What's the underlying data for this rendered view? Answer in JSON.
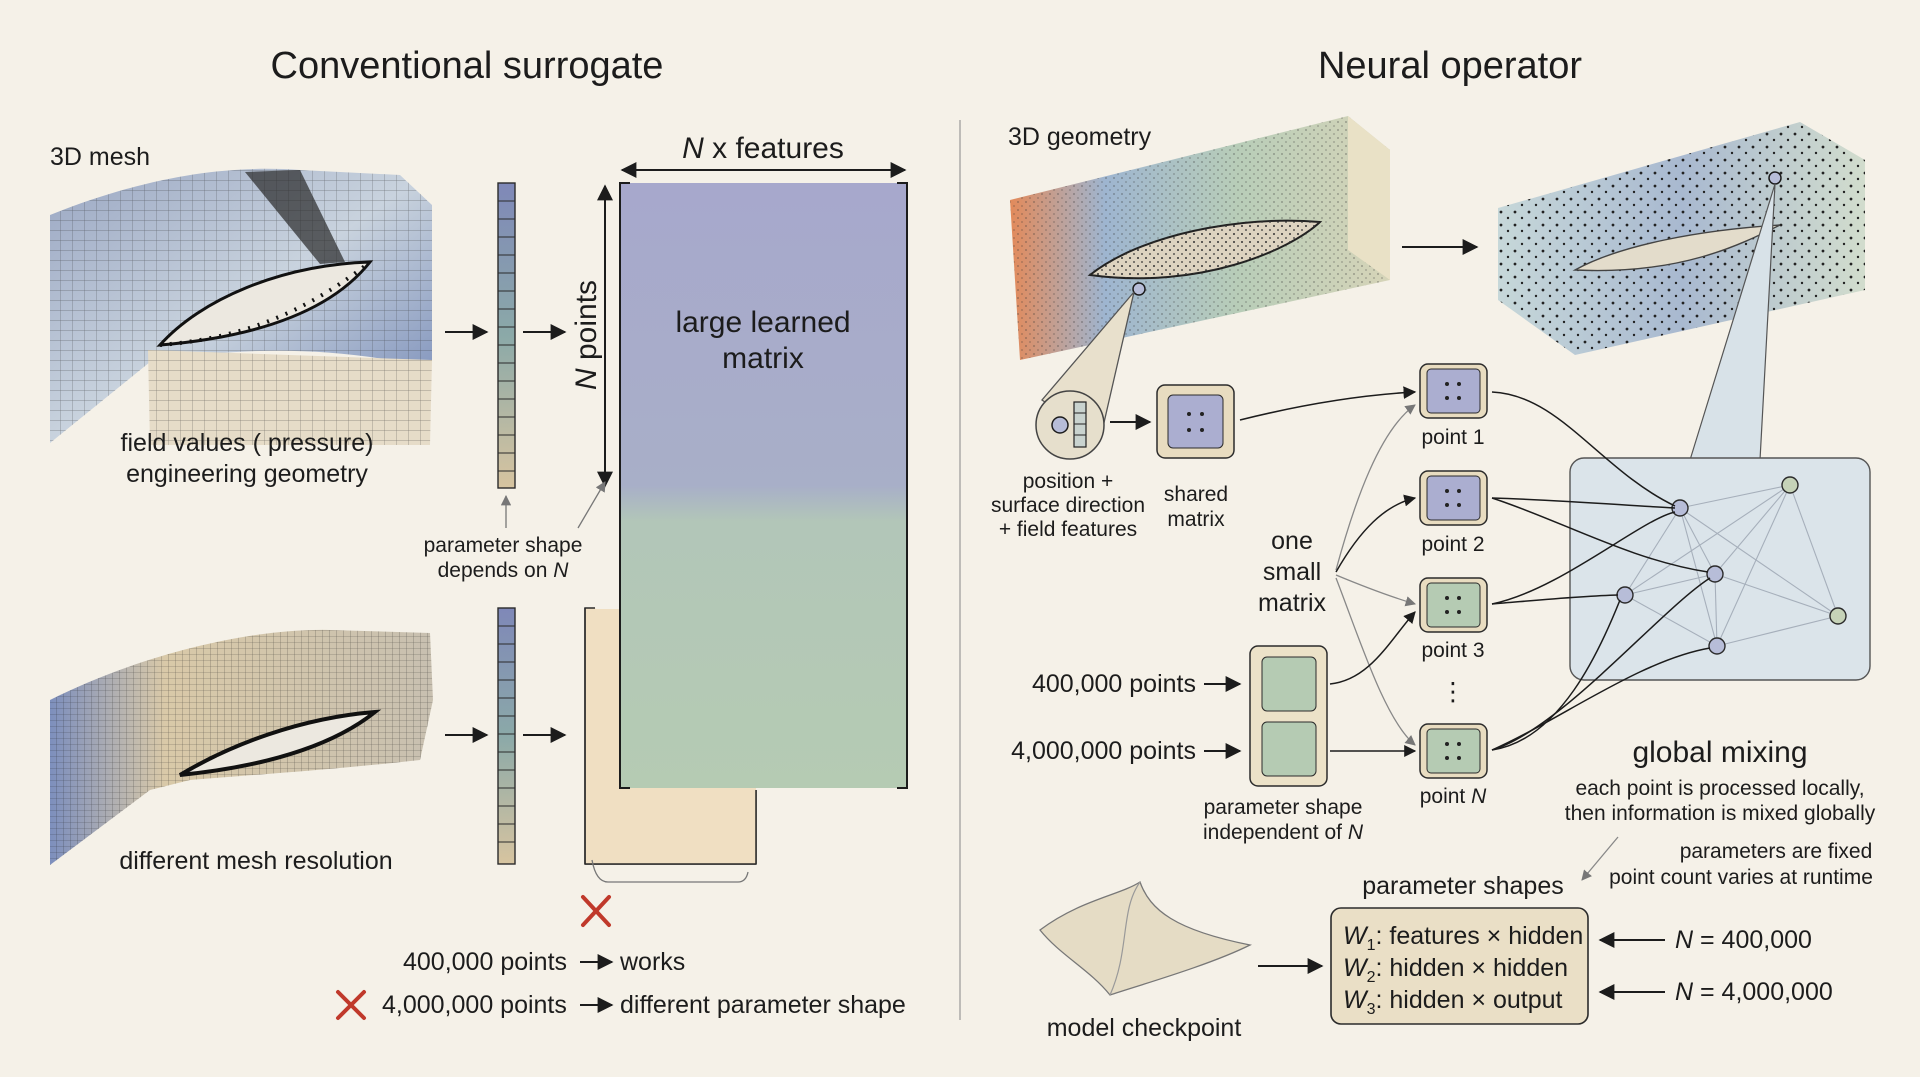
{
  "left": {
    "title": "Conventional surrogate",
    "mesh_label": "3D mesh",
    "field_label_1": "field values ( pressure)",
    "field_label_2": "engineering geometry",
    "resolution_label": "different mesh resolution",
    "features_n": "N",
    "features_rest": " x features",
    "points_n": "N",
    "points_rest": " points",
    "matrix_label_1": "large learned",
    "matrix_label_2": "matrix",
    "param_shape_1": "parameter shape",
    "param_shape_2": "depends on ",
    "param_shape_n": "N",
    "works_count": "400,000 points",
    "works_result": "works",
    "fails_count": "4,000,000 points",
    "fails_result": "different parameter shape"
  },
  "right": {
    "title": "Neural operator",
    "geometry_label": "3D geometry",
    "input_1": "position +",
    "input_2": "surface direction",
    "input_3": "+ field features",
    "shared_1": "shared",
    "shared_2": "matrix",
    "one_small_1": "one",
    "one_small_2": "small",
    "one_small_3": "matrix",
    "point1": "point 1",
    "point2": "point 2",
    "point3": "point 3",
    "pointN_word": "point ",
    "pointN_n": "N",
    "dots": "⋮",
    "count_400k": "400,000 points",
    "count_4m": "4,000,000 points",
    "indep_1": "parameter shape",
    "indep_2": "independent of ",
    "indep_n": "N",
    "global_title": "global mixing",
    "global_1": "each point is processed locally,",
    "global_2": "then information is mixed globally",
    "fixed_1": "parameters are fixed",
    "fixed_2": "point count varies at runtime",
    "param_shapes_title": "parameter shapes",
    "w1_var": "W",
    "w1_sub": "1",
    "w1_text": ": features × hidden",
    "w2_var": "W",
    "w2_sub": "2",
    "w2_text": ": hidden × hidden",
    "w3_var": "W",
    "w3_sub": "3",
    "w3_text": ": hidden × output",
    "n400_n": "N",
    "n400_v": " = 400,000",
    "n4m_n": "N",
    "n4m_v": " = 4,000,000",
    "checkpoint": "model checkpoint"
  },
  "colors": {
    "background": "#f5f1e8",
    "matrix_purple": "#a7a8cc",
    "matrix_green": "#b5cbb3",
    "beige": "#f0dfc2",
    "fail_red": "#c0392b",
    "panel": "#dbe4ea"
  }
}
